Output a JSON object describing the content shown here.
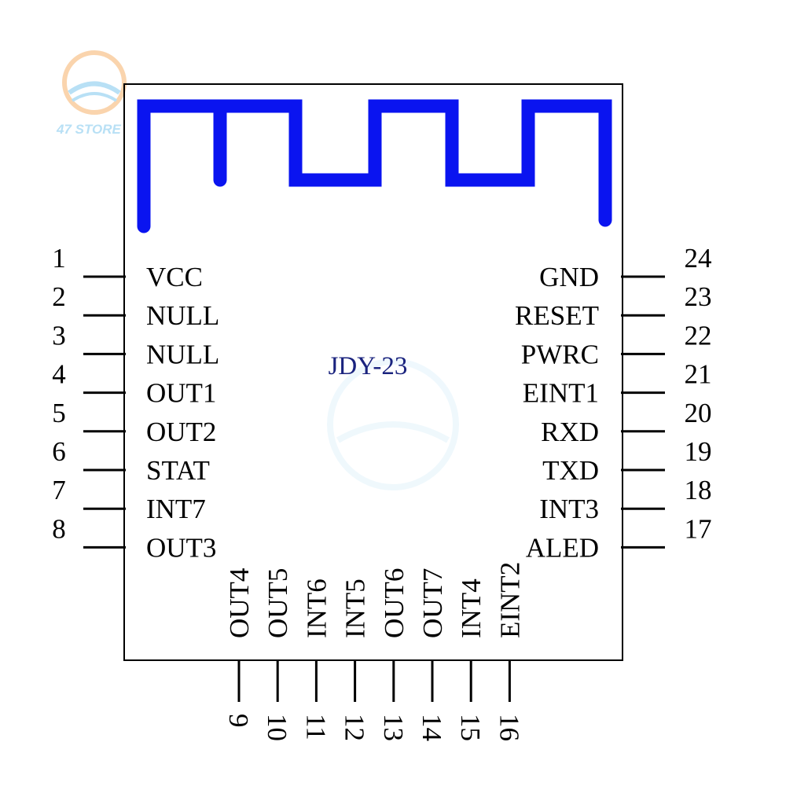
{
  "watermark": {
    "text": "47 STORE",
    "icon": "store-logo-icon",
    "color": "#7fc7ee"
  },
  "module": {
    "name": "JDY-23",
    "name_color": "#1a237e",
    "antenna_color": "#0a14f0",
    "outline_color": "#000000"
  },
  "pins_left": [
    {
      "number": "1",
      "label": "VCC"
    },
    {
      "number": "2",
      "label": "NULL"
    },
    {
      "number": "3",
      "label": "NULL"
    },
    {
      "number": "4",
      "label": "OUT1"
    },
    {
      "number": "5",
      "label": "OUT2"
    },
    {
      "number": "6",
      "label": "STAT"
    },
    {
      "number": "7",
      "label": "INT7"
    },
    {
      "number": "8",
      "label": "OUT3"
    }
  ],
  "pins_bottom": [
    {
      "number": "9",
      "label": "OUT4"
    },
    {
      "number": "10",
      "label": "OUT5"
    },
    {
      "number": "11",
      "label": "INT6"
    },
    {
      "number": "12",
      "label": "INT5"
    },
    {
      "number": "13",
      "label": "OUT6"
    },
    {
      "number": "14",
      "label": "OUT7"
    },
    {
      "number": "15",
      "label": "INT4"
    },
    {
      "number": "16",
      "label": "EINT2"
    }
  ],
  "pins_right": [
    {
      "number": "24",
      "label": "GND"
    },
    {
      "number": "23",
      "label": "RESET"
    },
    {
      "number": "22",
      "label": "PWRC"
    },
    {
      "number": "21",
      "label": "EINT1"
    },
    {
      "number": "20",
      "label": "RXD"
    },
    {
      "number": "19",
      "label": "TXD"
    },
    {
      "number": "18",
      "label": "INT3"
    },
    {
      "number": "17",
      "label": "ALED"
    }
  ]
}
